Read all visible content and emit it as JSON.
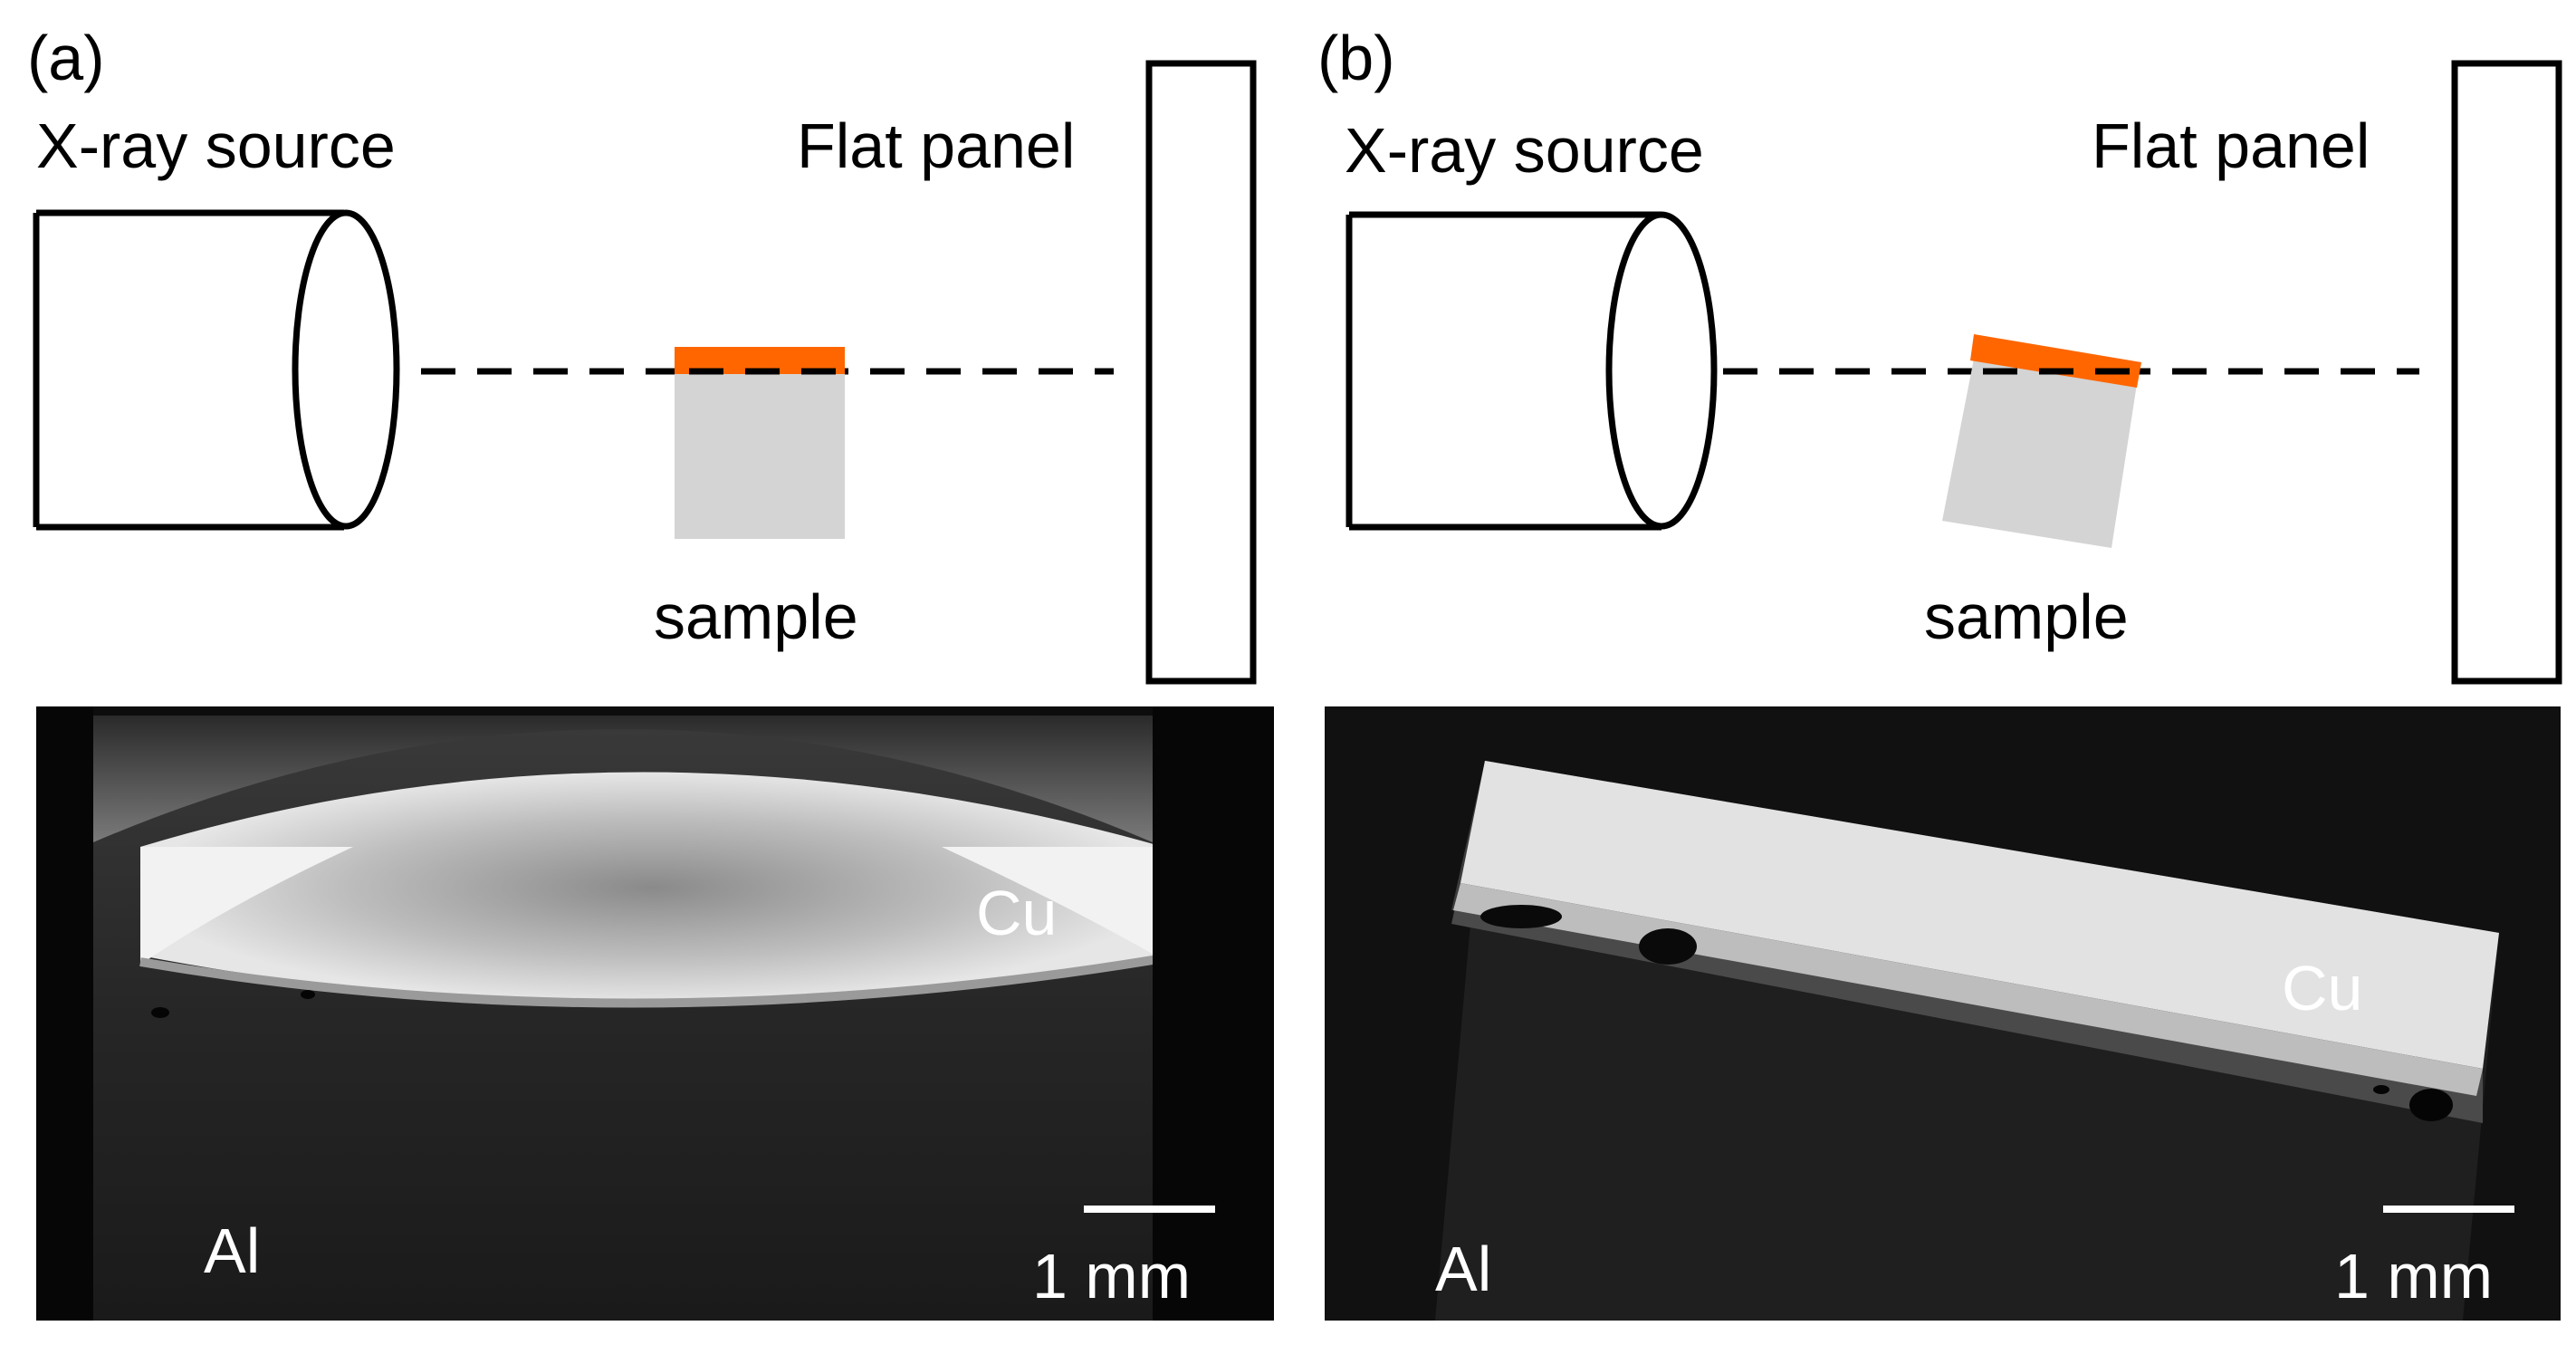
{
  "panels": [
    {
      "letter": "(a)",
      "source_label": "X-ray source",
      "detector_label": "Flat panel",
      "sample_label": "sample",
      "image": {
        "top_label": "Cu",
        "bottom_label": "Al",
        "scalebar_label": "1 mm"
      }
    },
    {
      "letter": "(b)",
      "source_label": "X-ray source",
      "detector_label": "Flat panel",
      "sample_label": "sample",
      "image": {
        "top_label": "Cu",
        "bottom_label": "Al",
        "scalebar_label": "1 mm"
      }
    }
  ],
  "colors": {
    "cu_layer": "#ff6600",
    "sample_body": "#d4d4d4",
    "outline": "#000000",
    "image_background": "#0d0d0d"
  }
}
